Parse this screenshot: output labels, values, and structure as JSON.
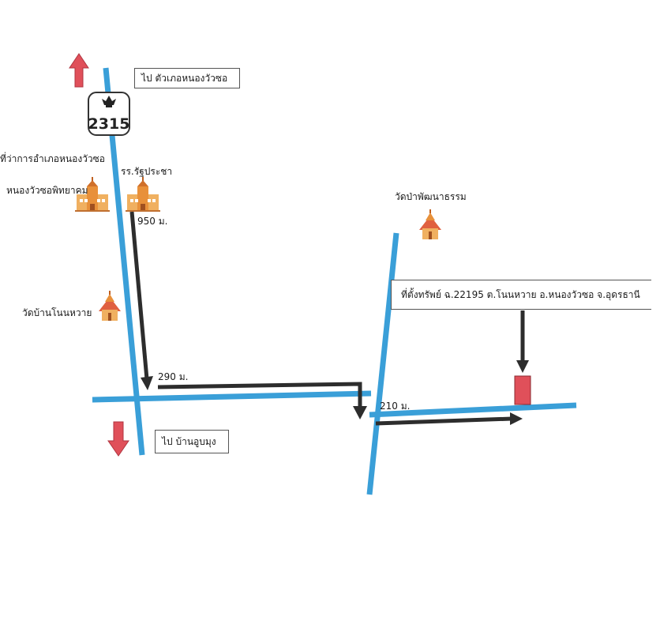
{
  "colors": {
    "road": "#3a9fd8",
    "route_arrow": "#2d2d2d",
    "direction_arrow": "#e0505a",
    "property": "#e0505a",
    "landmark": "#e8a04a"
  },
  "shield": {
    "number": "2315",
    "icon": "garuda-emblem-icon"
  },
  "labels": {
    "to_north": "ไป ตัวเภอหนองวัวซอ",
    "to_south": "ไป บ้านอูบมุง",
    "district_office": "ที่ว่าการอำเภอหนองวัวซอ",
    "school_nongwuaso": "หนองวัวซอพิทยาคม",
    "school_ratprachakha": "รร.รัฐประชา",
    "temple_bannonwai": "วัดบ้านโนนหวาย",
    "temple_papattana": "วัดป่าพัฒนาธรรม",
    "property": "ที่ตั้งทรัพย์ ฉ.22195 ต.โนนหวาย อ.หนองวัวซอ จ.อุดรธานี"
  },
  "distances": {
    "first": "950 ม.",
    "second": "290 ม.",
    "third": "210 ม."
  }
}
